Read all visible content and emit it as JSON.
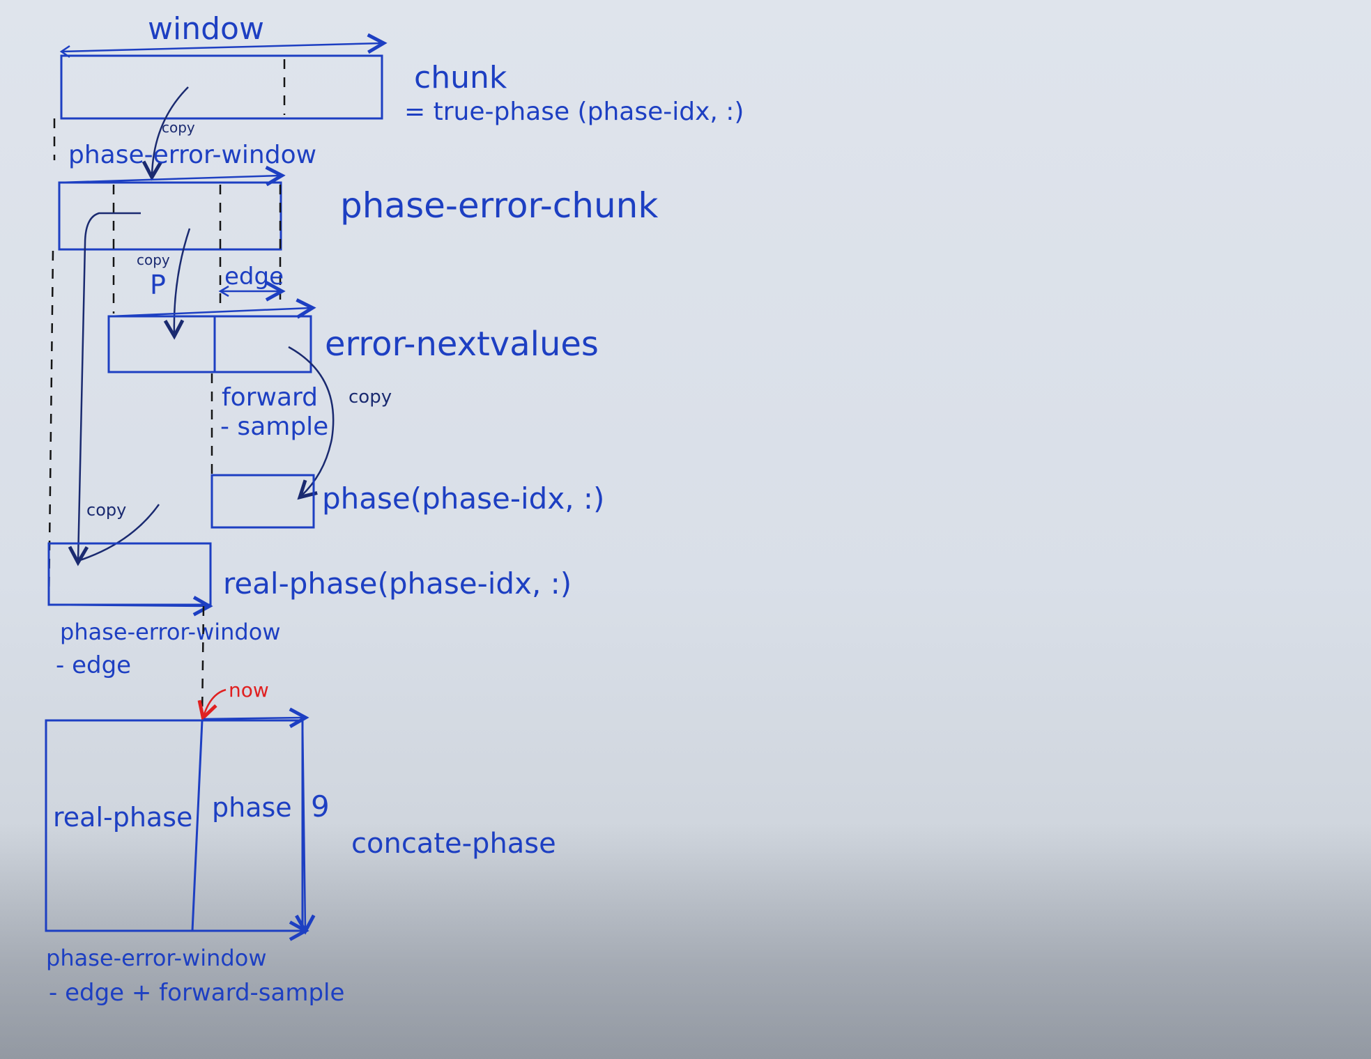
{
  "labels": {
    "window": "window",
    "chunk": "chunk",
    "chunk_def": "= true-phase (phase-idx, :)",
    "phase_error_window_top": "phase-error-window",
    "phase_error_chunk": "phase-error-chunk",
    "copy_1": "copy",
    "copy_2": "copy",
    "p": "P",
    "edge": "edge",
    "error_nextvalues": "error-nextvalues",
    "forward_line1": "forward",
    "forward_line2": "- sample",
    "copy_3": "copy",
    "phase_idx": "phase(phase-idx, :)",
    "copy_4": "copy",
    "real_phase_idx": "real-phase(phase-idx, :)",
    "pew_minus_edge_line1": "phase-error-window",
    "pew_minus_edge_line2": "- edge",
    "now": "now",
    "real_phase": "real-phase",
    "phase": "phase",
    "nine": "9",
    "concate_phase": "concate-phase",
    "bottom_line1": "phase-error-window",
    "bottom_line2": "- edge + forward-sample"
  },
  "colors": {
    "ink_blue": "#1d3fc2",
    "pencil_dark": "#1a2a70",
    "annotation_red": "#e02020"
  }
}
